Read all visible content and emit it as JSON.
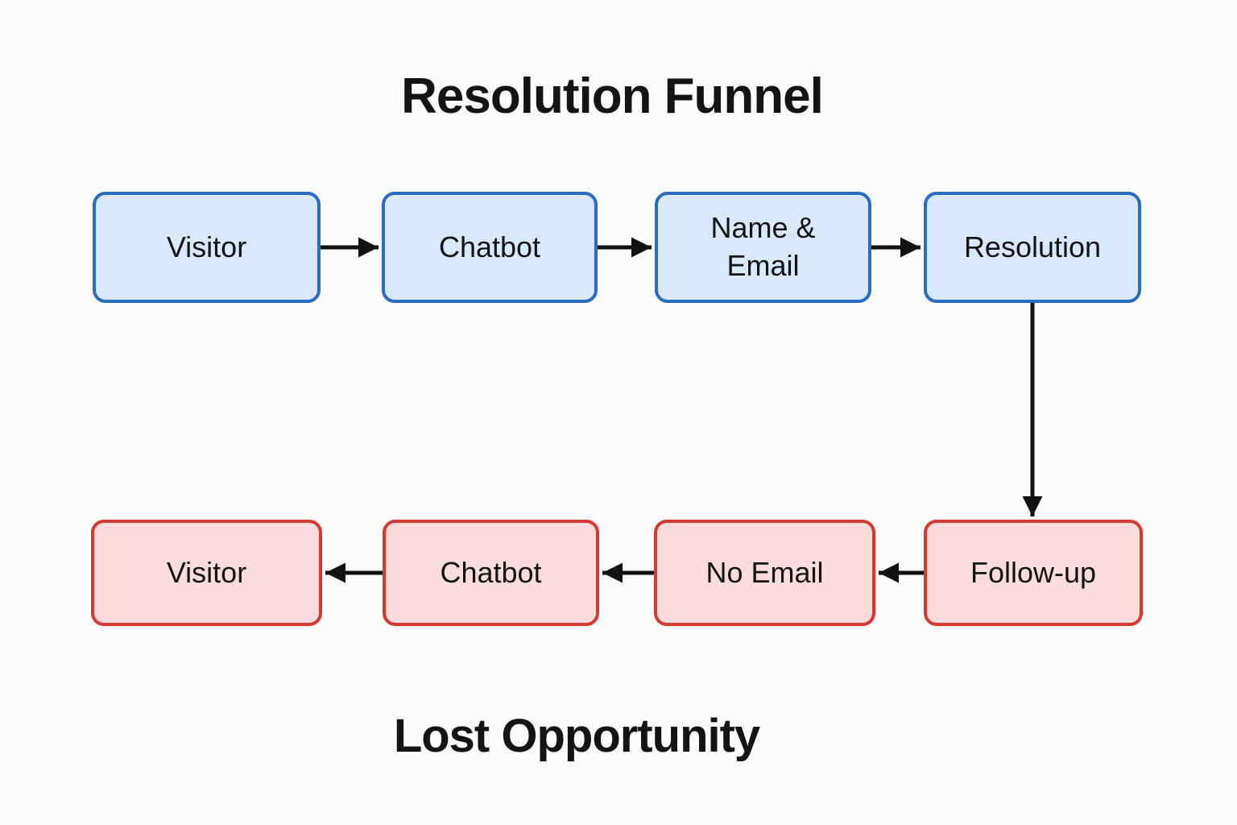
{
  "title": "Resolution Funnel",
  "subtitle": "Lost Opportunity",
  "colors": {
    "background": "#fbfbfa",
    "text": "#141414",
    "arrow": "#121212",
    "node_blue_fill": "#d9e8fb",
    "node_blue_border": "#2a6cbf",
    "node_red_fill": "#fbdcdc",
    "node_red_border": "#d43a31"
  },
  "top_row": {
    "name": "Resolution Funnel",
    "nodes": [
      {
        "label": "Visitor"
      },
      {
        "label": "Chatbot"
      },
      {
        "label": "Name &\nEmail"
      },
      {
        "label": "Resolution"
      }
    ]
  },
  "bottom_row": {
    "name": "Lost Opportunity",
    "nodes": [
      {
        "label": "Visitor"
      },
      {
        "label": "Chatbot"
      },
      {
        "label": "No Email"
      },
      {
        "label": "Follow-up"
      }
    ]
  },
  "edges": [
    {
      "from": "Visitor (top)",
      "to": "Chatbot (top)",
      "direction": "right"
    },
    {
      "from": "Chatbot (top)",
      "to": "Name & Email",
      "direction": "right"
    },
    {
      "from": "Name & Email",
      "to": "Resolution",
      "direction": "right"
    },
    {
      "from": "Resolution",
      "to": "Follow-up",
      "direction": "down"
    },
    {
      "from": "Follow-up",
      "to": "No Email",
      "direction": "left"
    },
    {
      "from": "No Email",
      "to": "Chatbot (bottom)",
      "direction": "left"
    },
    {
      "from": "Chatbot (bottom)",
      "to": "Visitor (bottom)",
      "direction": "left"
    }
  ]
}
